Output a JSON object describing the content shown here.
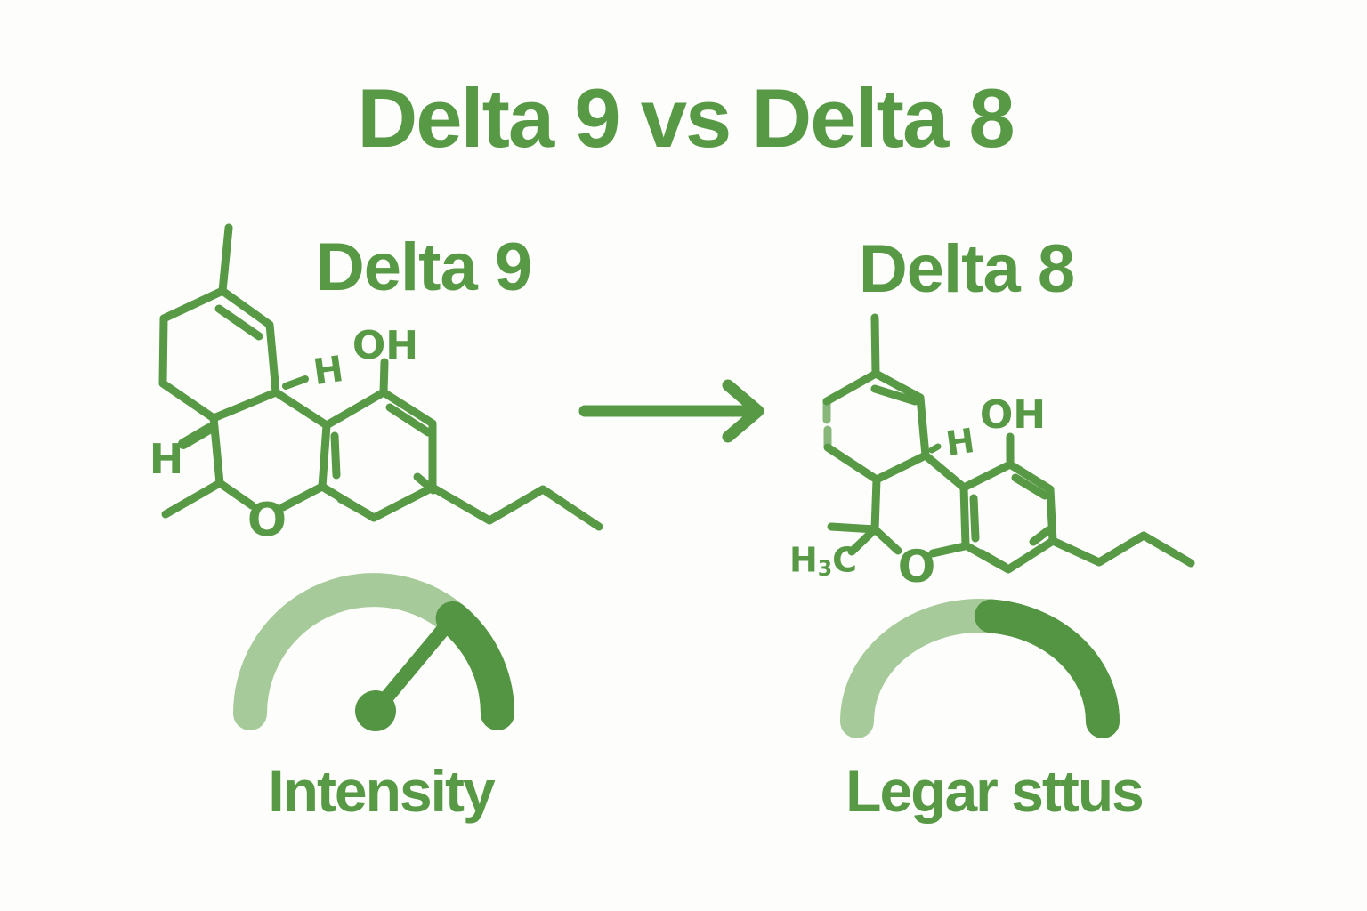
{
  "title": {
    "text": "Delta 9 vs Delta 8"
  },
  "colors": {
    "primary": "#579944",
    "gauge_light": "#a6ca99",
    "gauge_dark": "#549543",
    "background": "#fdfdfb"
  },
  "arrow": {
    "direction": "right"
  },
  "left": {
    "label": "Delta 9",
    "atoms": {
      "hydroxyl": "OH",
      "ring_oxygen": "O",
      "stereo_hydrogen": "H",
      "axial_hydrogen": "H"
    },
    "gauge": {
      "label": "Intensity",
      "fill_fraction": 0.72,
      "has_needle": true
    }
  },
  "right": {
    "label": "Delta 8",
    "atoms": {
      "hydroxyl": "OH",
      "ring_oxygen": "O",
      "stereo_hydrogen": "H",
      "gem_dimethyl_h": "H",
      "gem_dimethyl_sub": "3",
      "gem_dimethyl_c": "C"
    },
    "gauge": {
      "label": "Legar sttus",
      "fill_fraction": 0.53,
      "has_needle": false
    }
  }
}
